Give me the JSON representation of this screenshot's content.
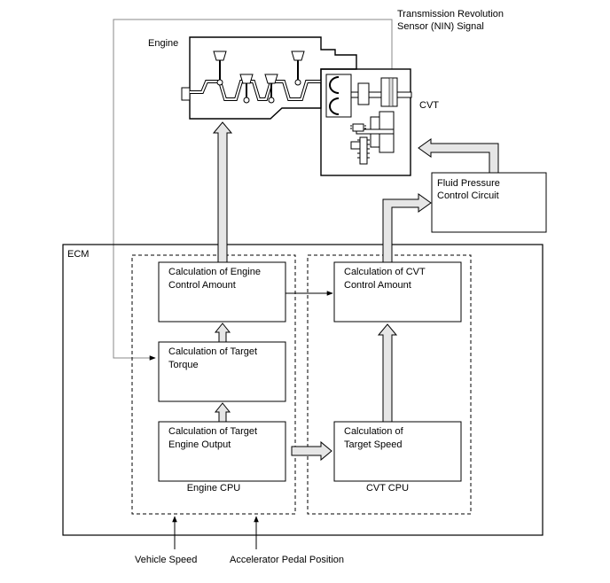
{
  "signal_label": {
    "line1": "Transmission Revolution",
    "line2": "Sensor (NIN) Signal"
  },
  "engine_label": "Engine",
  "cvt_label": "CVT",
  "fluid_box": {
    "line1": "Fluid Pressure",
    "line2": "Control Circuit"
  },
  "ecm_label": "ECM",
  "engine_cpu": {
    "label": "Engine CPU",
    "box1": {
      "line1": "Calculation of Engine",
      "line2": "Control Amount"
    },
    "box2": {
      "line1": "Calculation of Target",
      "line2": "Torque"
    },
    "box3": {
      "line1": "Calculation of Target",
      "line2": "Engine Output"
    }
  },
  "cvt_cpu": {
    "label": "CVT CPU",
    "box1": {
      "line1": "Calculation of CVT",
      "line2": "Control Amount"
    },
    "box2": {
      "line1": "Calculation of",
      "line2": "Target Speed"
    }
  },
  "inputs": {
    "vehicle_speed": "Vehicle Speed",
    "accelerator": "Accelerator Pedal Position"
  },
  "colors": {
    "line": "#000000",
    "arrow_fill": "#e6e6e6",
    "part_fill": "#ffffff"
  }
}
